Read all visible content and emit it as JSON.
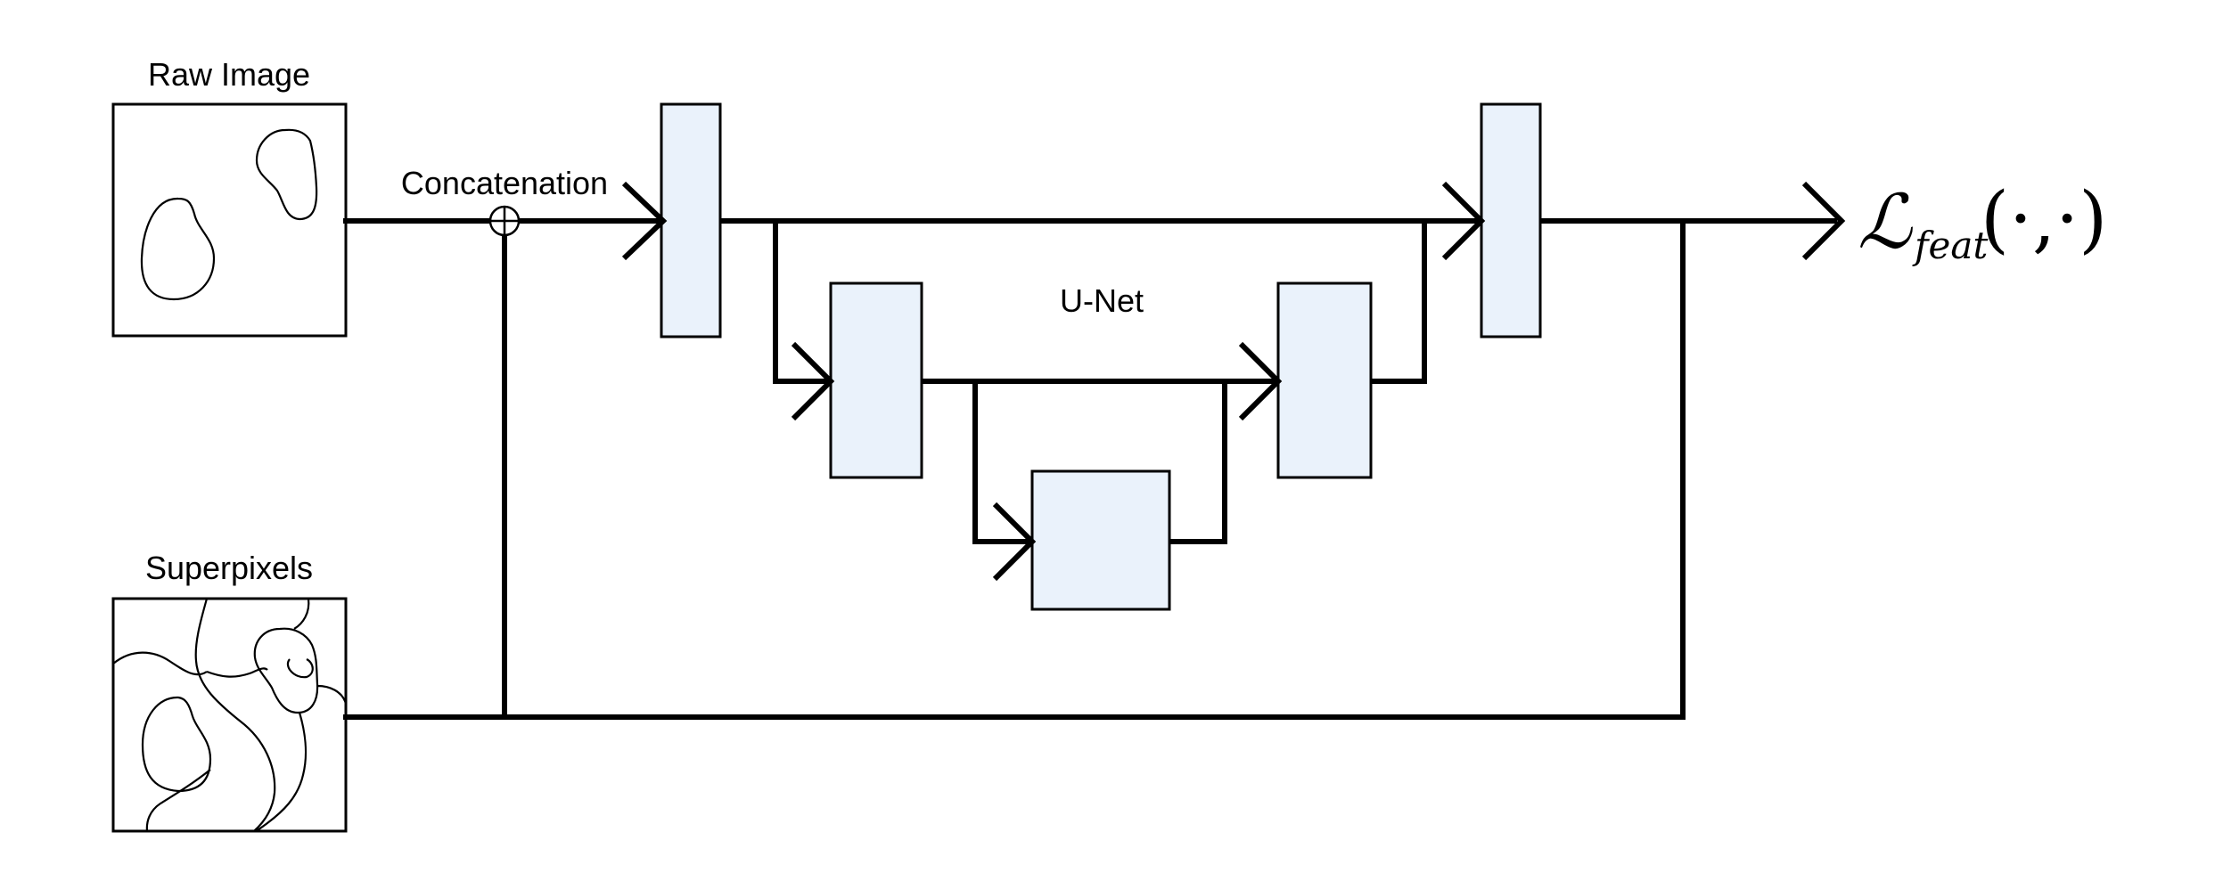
{
  "labels": {
    "raw_image": "Raw Image",
    "superpixels": "Superpixels",
    "concatenation": "Concatenation",
    "unet": "U-Net",
    "loss_main": "ℒ",
    "loss_sub": "feat",
    "loss_args": "(·,·)"
  },
  "colors": {
    "block_fill": "#eaf2fb",
    "line": "#000000"
  },
  "icons": {
    "concat_node": "circled-plus-icon",
    "arrowheads": "chevron-right-icon"
  }
}
